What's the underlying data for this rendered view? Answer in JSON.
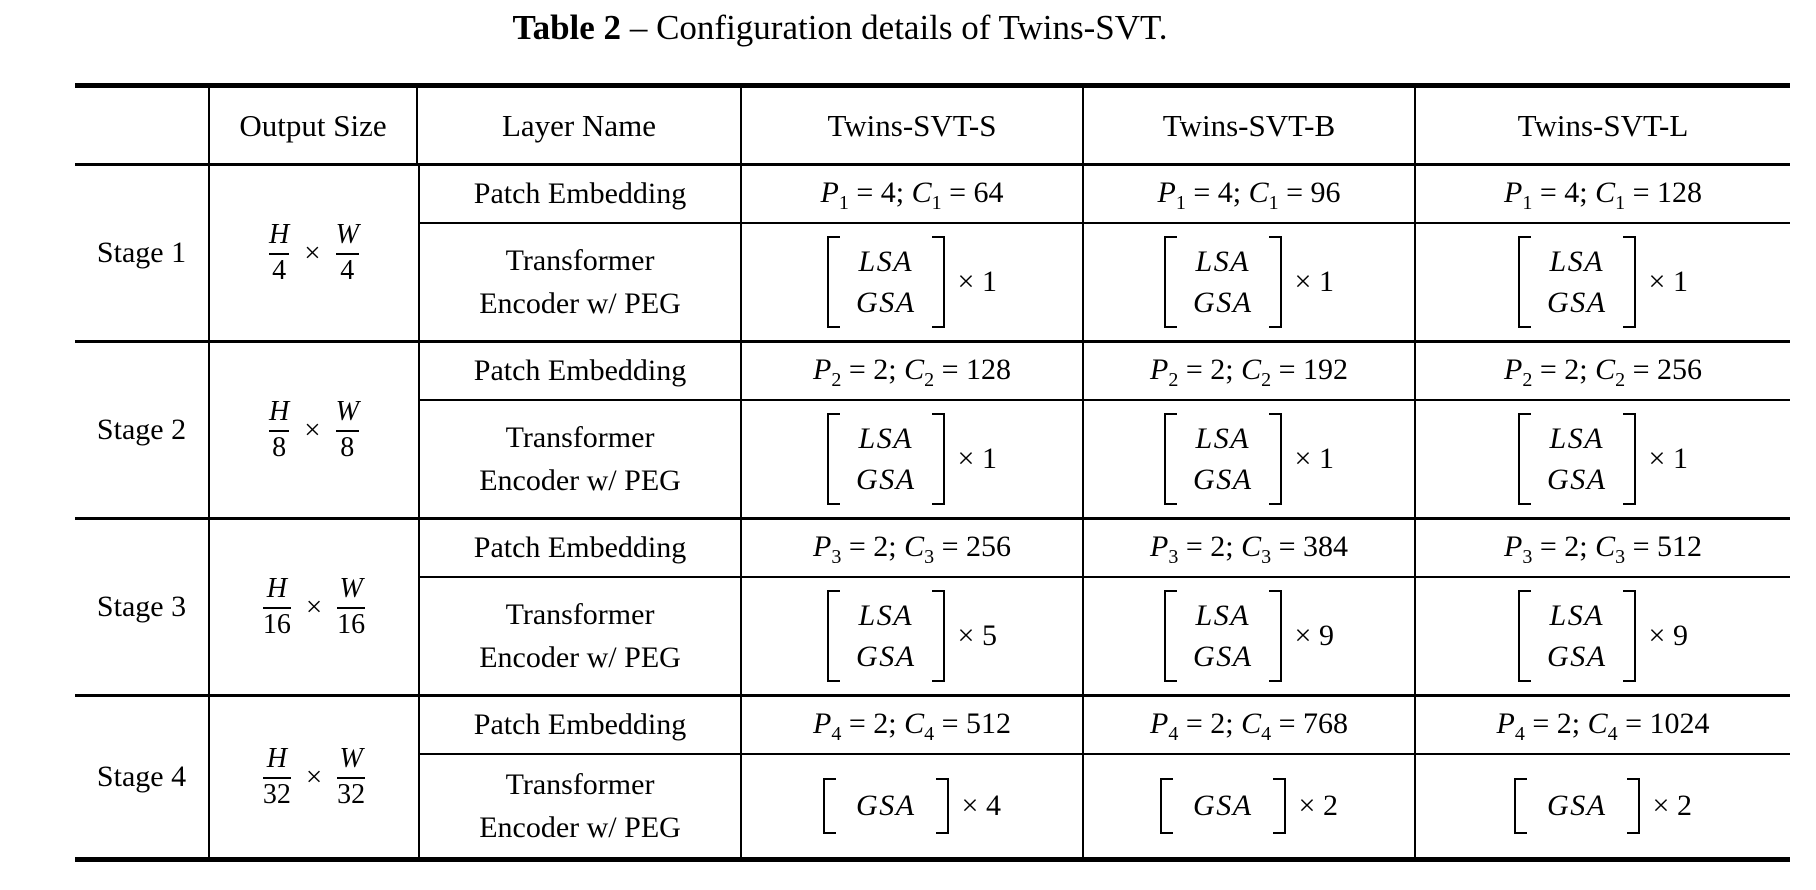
{
  "caption": {
    "label": "Table 2",
    "text": " – Configuration details of Twins-SVT."
  },
  "header": {
    "output_size": "Output Size",
    "layer_name": "Layer Name",
    "models": [
      "Twins-SVT-S",
      "Twins-SVT-B",
      "Twins-SVT-L"
    ]
  },
  "labels": {
    "patch_embedding": "Patch Embedding",
    "encoder_line1": "Transformer",
    "encoder_line2": "Encoder w/ PEG",
    "times": "×"
  },
  "stages": [
    {
      "label": "Stage 1",
      "output": {
        "num1": "H",
        "den1": "4",
        "num2": "W",
        "den2": "4"
      },
      "patch": [
        {
          "v1": "P",
          "s1": "1",
          "m": " = 4; ",
          "v2": "C",
          "s2": "1",
          "e": " = 64"
        },
        {
          "v1": "P",
          "s1": "1",
          "m": " = 4; ",
          "v2": "C",
          "s2": "1",
          "e": " = 96"
        },
        {
          "v1": "P",
          "s1": "1",
          "m": " = 4; ",
          "v2": "C",
          "s2": "1",
          "e": " = 128"
        }
      ],
      "encoder": [
        {
          "ops": [
            "LSA",
            "GSA"
          ],
          "mult": "× 1"
        },
        {
          "ops": [
            "LSA",
            "GSA"
          ],
          "mult": "× 1"
        },
        {
          "ops": [
            "LSA",
            "GSA"
          ],
          "mult": "× 1"
        }
      ]
    },
    {
      "label": "Stage 2",
      "output": {
        "num1": "H",
        "den1": "8",
        "num2": "W",
        "den2": "8"
      },
      "patch": [
        {
          "v1": "P",
          "s1": "2",
          "m": " = 2; ",
          "v2": "C",
          "s2": "2",
          "e": " = 128"
        },
        {
          "v1": "P",
          "s1": "2",
          "m": " = 2; ",
          "v2": "C",
          "s2": "2",
          "e": " = 192"
        },
        {
          "v1": "P",
          "s1": "2",
          "m": " = 2; ",
          "v2": "C",
          "s2": "2",
          "e": " = 256"
        }
      ],
      "encoder": [
        {
          "ops": [
            "LSA",
            "GSA"
          ],
          "mult": "× 1"
        },
        {
          "ops": [
            "LSA",
            "GSA"
          ],
          "mult": "× 1"
        },
        {
          "ops": [
            "LSA",
            "GSA"
          ],
          "mult": "× 1"
        }
      ]
    },
    {
      "label": "Stage 3",
      "output": {
        "num1": "H",
        "den1": "16",
        "num2": "W",
        "den2": "16"
      },
      "patch": [
        {
          "v1": "P",
          "s1": "3",
          "m": " = 2; ",
          "v2": "C",
          "s2": "3",
          "e": " = 256"
        },
        {
          "v1": "P",
          "s1": "3",
          "m": " = 2; ",
          "v2": "C",
          "s2": "3",
          "e": " = 384"
        },
        {
          "v1": "P",
          "s1": "3",
          "m": " = 2; ",
          "v2": "C",
          "s2": "3",
          "e": " = 512"
        }
      ],
      "encoder": [
        {
          "ops": [
            "LSA",
            "GSA"
          ],
          "mult": "× 5"
        },
        {
          "ops": [
            "LSA",
            "GSA"
          ],
          "mult": "× 9"
        },
        {
          "ops": [
            "LSA",
            "GSA"
          ],
          "mult": "× 9"
        }
      ]
    },
    {
      "label": "Stage 4",
      "output": {
        "num1": "H",
        "den1": "32",
        "num2": "W",
        "den2": "32"
      },
      "patch": [
        {
          "v1": "P",
          "s1": "4",
          "m": " = 2; ",
          "v2": "C",
          "s2": "4",
          "e": " = 512"
        },
        {
          "v1": "P",
          "s1": "4",
          "m": " = 2; ",
          "v2": "C",
          "s2": "4",
          "e": " = 768"
        },
        {
          "v1": "P",
          "s1": "4",
          "m": " = 2; ",
          "v2": "C",
          "s2": "4",
          "e": " = 1024"
        }
      ],
      "encoder": [
        {
          "ops": [
            "GSA"
          ],
          "mult": "× 4"
        },
        {
          "ops": [
            "GSA"
          ],
          "mult": "× 2"
        },
        {
          "ops": [
            "GSA"
          ],
          "mult": "× 2"
        }
      ]
    }
  ]
}
